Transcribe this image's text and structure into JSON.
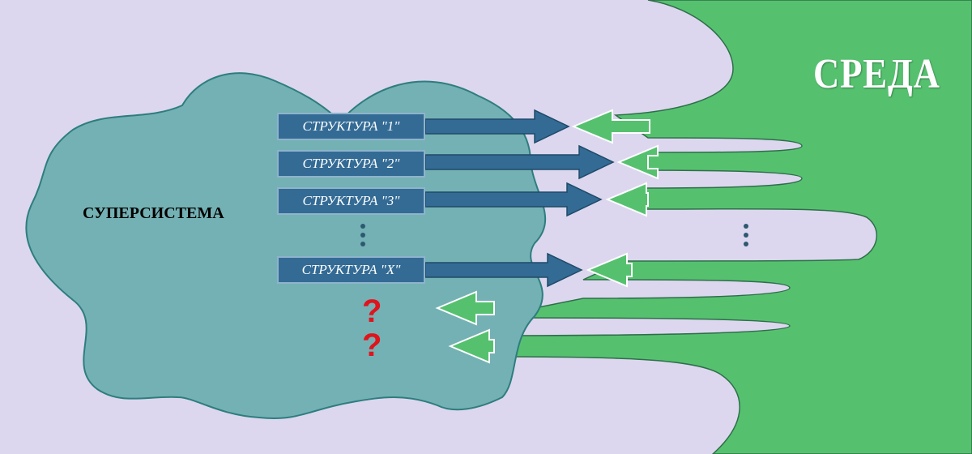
{
  "environment": {
    "label": "СРЕДА",
    "color": "#55c16f"
  },
  "supersystem": {
    "label": "СУПЕРСИСТЕМА",
    "color": "#74b1b4"
  },
  "structures": [
    {
      "label": "СТРУКТУРА  \"1\""
    },
    {
      "label": "СТРУКТУРА  \"2\""
    },
    {
      "label": "СТРУКТУРА  \"3\""
    },
    {
      "label": "СТРУКТУРА  \"X\""
    }
  ],
  "unknown_marks": [
    "?",
    "?"
  ],
  "colors": {
    "background": "#dcd7ee",
    "structure_box": "#336b95",
    "outgoing_arrow": "#336b95",
    "incoming_arrow": "#55c16f",
    "question_mark": "#e0141c",
    "ellipsis_dots": "#2d5870"
  }
}
